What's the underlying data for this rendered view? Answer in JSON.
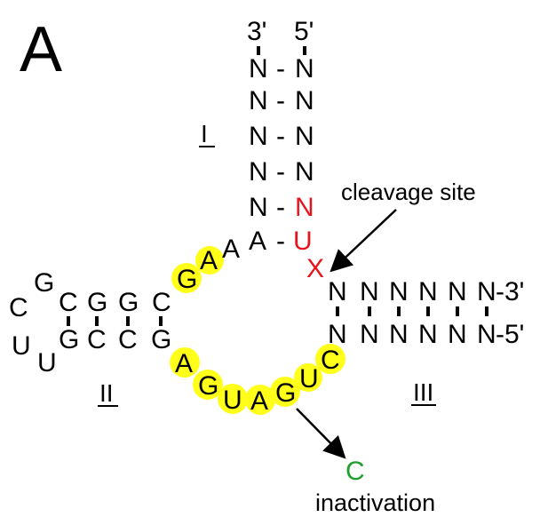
{
  "panel_label": "A",
  "colors": {
    "default": "#000000",
    "highlight": "#ffff1a",
    "red": "#e8141c",
    "green": "#1e9e2a"
  },
  "stem_I": {
    "end_left": "3'",
    "end_right": "5'",
    "rows": [
      {
        "left": "N",
        "dash": "-",
        "right": "N"
      },
      {
        "left": "N",
        "dash": "-",
        "right": "N"
      },
      {
        "left": "N",
        "dash": "-",
        "right": "N"
      },
      {
        "left": "N",
        "dash": "-",
        "right": "N"
      },
      {
        "left": "N",
        "dash": "-",
        "right": "N"
      },
      {
        "left": "A",
        "dash": "-",
        "right": "U"
      }
    ],
    "label": "I"
  },
  "core_top": [
    "G",
    "A",
    "A"
  ],
  "cleavage": {
    "mark": "X",
    "label": "cleavage site"
  },
  "stem_II": {
    "top": [
      "C",
      "G",
      "G",
      "C"
    ],
    "bottom": [
      "G",
      "C",
      "C",
      "G"
    ],
    "loop": [
      "G",
      "C",
      "U",
      "U"
    ],
    "label": "II"
  },
  "core_bottom": [
    "A",
    "G",
    "U",
    "A",
    "G",
    "U",
    "C"
  ],
  "stem_III": {
    "top": [
      "N",
      "N",
      "N",
      "N",
      "N",
      "N"
    ],
    "bottom": [
      "N",
      "N",
      "N",
      "N",
      "N",
      "N"
    ],
    "end_top": "-3'",
    "end_bottom": "-5'",
    "label": "III"
  },
  "mutation": {
    "base": "C",
    "label": "inactivation"
  }
}
